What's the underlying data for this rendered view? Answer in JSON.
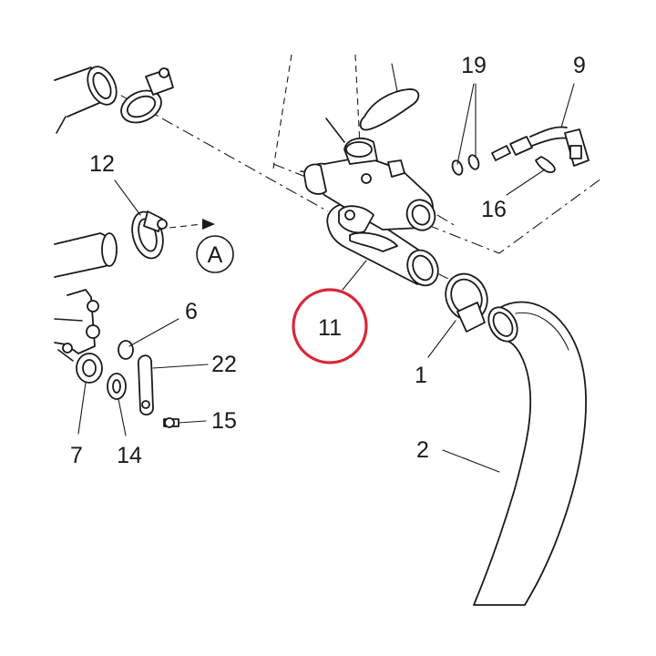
{
  "diagram": {
    "highlight_color": "#d8283a",
    "line_color": "#1a1a1a",
    "callouts": {
      "c19": "19",
      "c9": "9",
      "c12": "12",
      "c16": "16",
      "c6": "6",
      "c11": "11",
      "c22": "22",
      "c1": "1",
      "c15": "15",
      "c7": "7",
      "c14": "14",
      "c2": "2"
    },
    "view_marker": "A"
  }
}
